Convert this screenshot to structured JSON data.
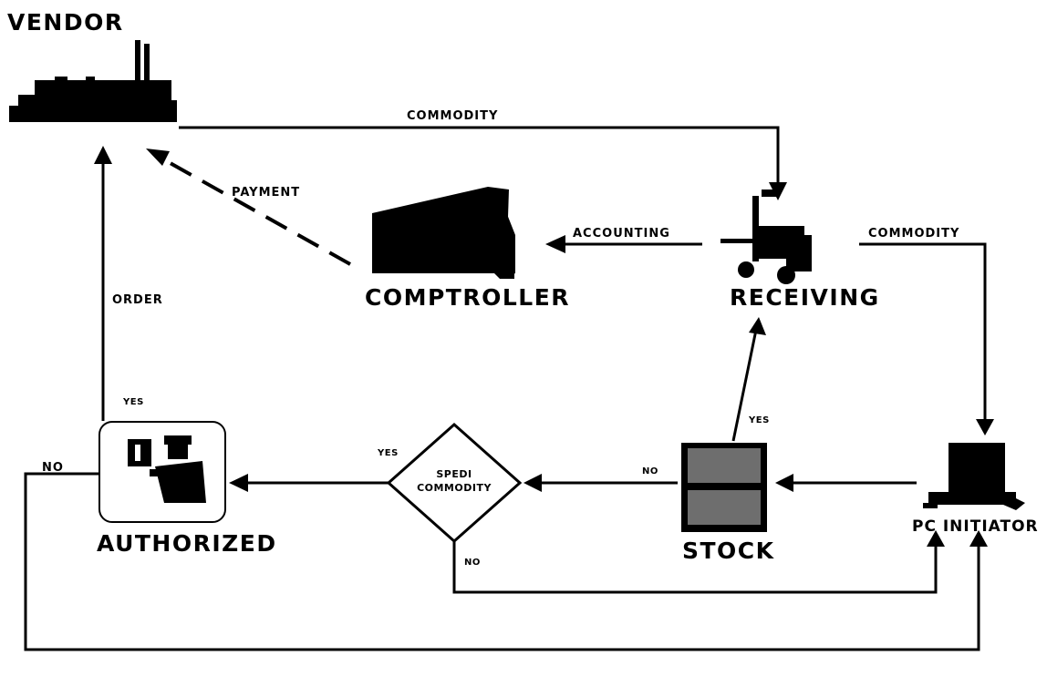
{
  "nodes": {
    "vendor": "VENDOR",
    "comptroller": "COMPTROLLER",
    "receiving": "RECEIVING",
    "pc_initiator": "PC INITIATOR",
    "stock": "STOCK",
    "authorized": "AUTHORIZED",
    "decision_line1": "SPEDI",
    "decision_line2": "COMMODITY"
  },
  "edges": {
    "commodity_top": "COMMODITY",
    "payment": "PAYMENT",
    "accounting": "ACCOUNTING",
    "commodity_right": "COMMODITY",
    "order": "ORDER",
    "yes_authorized": "YES",
    "no_authorized": "NO",
    "yes_stock": "YES",
    "no_stock": "NO",
    "yes_decision": "YES",
    "no_decision": "NO"
  },
  "icons": [
    "factory-icon",
    "comptroller-desk-icon",
    "forklift-icon",
    "computer-icon",
    "stock-crate-icon",
    "officer-icon"
  ]
}
